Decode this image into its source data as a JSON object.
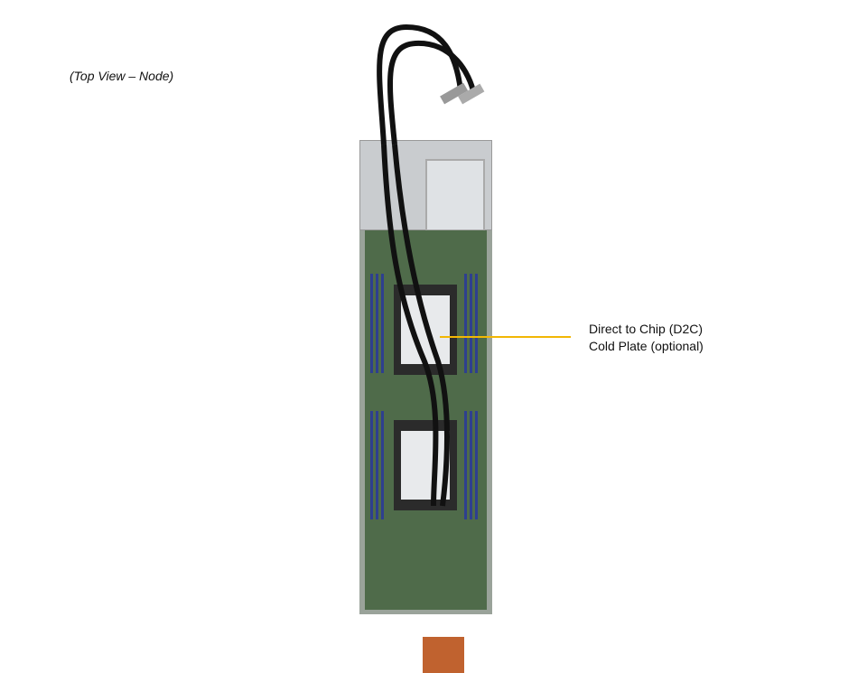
{
  "caption": "(Top View – Node)",
  "callout": {
    "line1": "Direct to Chip (D2C)",
    "line2": "Cold Plate (optional)",
    "color": "#f2b705"
  },
  "photo": {
    "subject": "server-node-top-view"
  }
}
